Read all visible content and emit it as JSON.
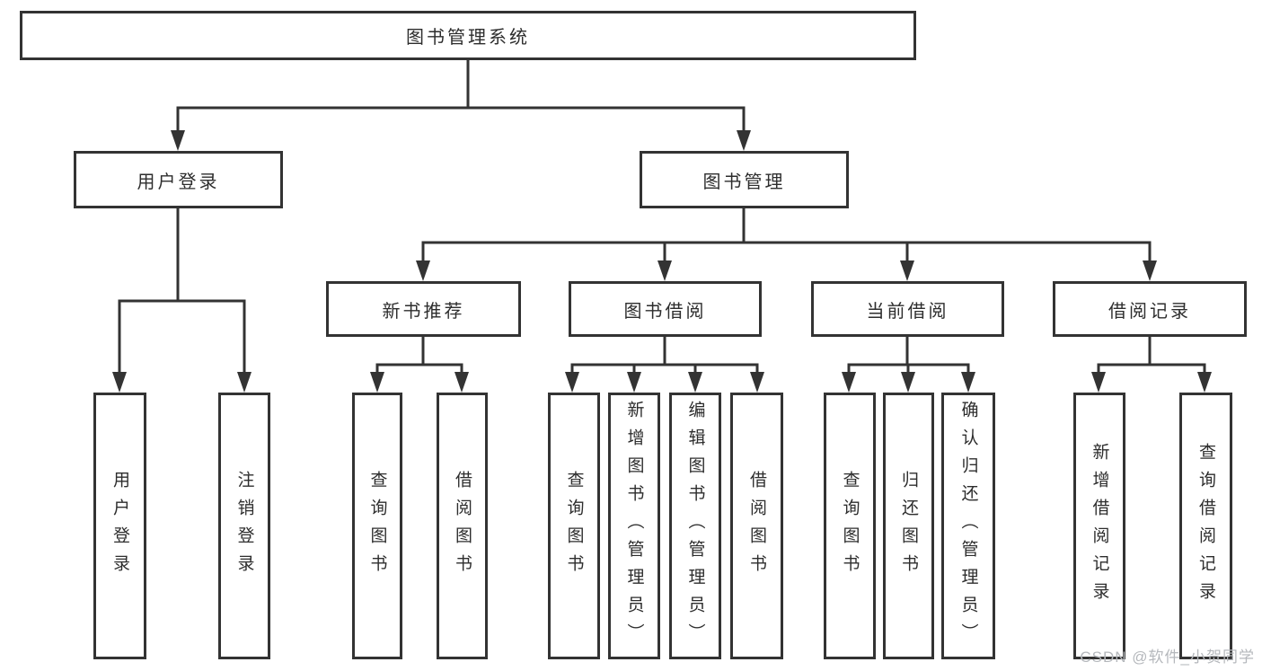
{
  "diagram": {
    "root": "图书管理系统",
    "branches": [
      {
        "label": "用户登录",
        "leaves": [
          "用户登录",
          "注销登录"
        ]
      },
      {
        "label": "图书管理",
        "groups": [
          {
            "label": "新书推荐",
            "leaves": [
              "查询图书",
              "借阅图书"
            ]
          },
          {
            "label": "图书借阅",
            "leaves": [
              "查询图书",
              "新增图书（管理员）",
              "编辑图书（管理员）",
              "借阅图书"
            ]
          },
          {
            "label": "当前借阅",
            "leaves": [
              "查询图书",
              "归还图书",
              "确认归还（管理员）"
            ]
          },
          {
            "label": "借阅记录",
            "leaves": [
              "新增借阅记录",
              "查询借阅记录"
            ]
          }
        ]
      }
    ]
  },
  "watermark": "CSDN @软件_小贺同学",
  "colors": {
    "line": "#333333",
    "text": "#2d2d2d",
    "watermark": "#b5b8bc",
    "background": "#ffffff"
  }
}
